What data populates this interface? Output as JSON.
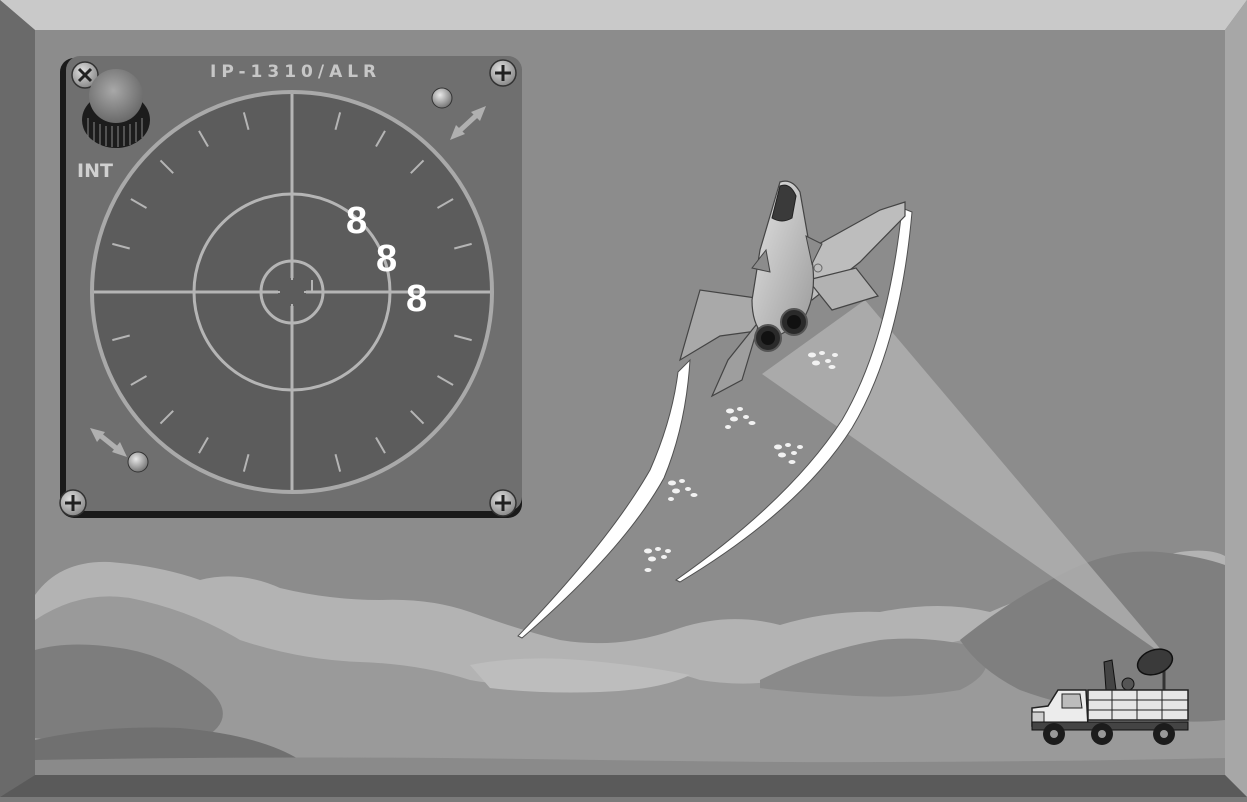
{
  "panel": {
    "title": "IP-1310/ALR",
    "intensity_label": "INT"
  },
  "display": {
    "threat_symbols": [
      {
        "id": "threat-1",
        "symbol": "8"
      },
      {
        "id": "threat-2",
        "symbol": "8"
      },
      {
        "id": "threat-3",
        "symbol": "8"
      }
    ]
  },
  "icons": {
    "screw_tl": "x-screw-icon",
    "screw_tr": "plus-screw-icon",
    "screw_bl": "plus-screw-icon",
    "screw_br": "plus-screw-icon",
    "knob": "intensity-knob-icon",
    "aircraft": "fighter-jet-icon",
    "vehicle": "radar-truck-icon"
  },
  "colors": {
    "background": "#8a8a8a",
    "panel_face": "#6e6e6e",
    "scope_face": "#5e5e5e",
    "scope_lines": "#b5b5b5",
    "threat_symbol": "#ffffff",
    "radar_beam": "#b4b4b4"
  }
}
